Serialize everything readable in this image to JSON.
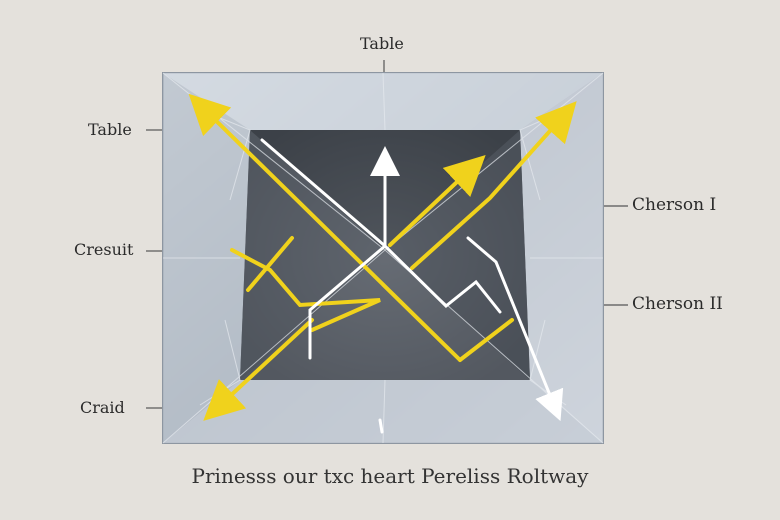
{
  "labels": {
    "top": "Table",
    "left_upper": "Table",
    "left_middle": "Cresuit",
    "left_lower": "Craid",
    "right_upper": "Cherson I",
    "right_lower": "Cherson II"
  },
  "caption": "Prinesss our txc heart Pereliss Roltway",
  "colors": {
    "background": "#e4e1dc",
    "gem_light": "#d7dde4",
    "gem_dark": "#4a4f56",
    "yellow_path": "#f0d21c",
    "white_path": "#ffffff",
    "leader": "#555555"
  }
}
